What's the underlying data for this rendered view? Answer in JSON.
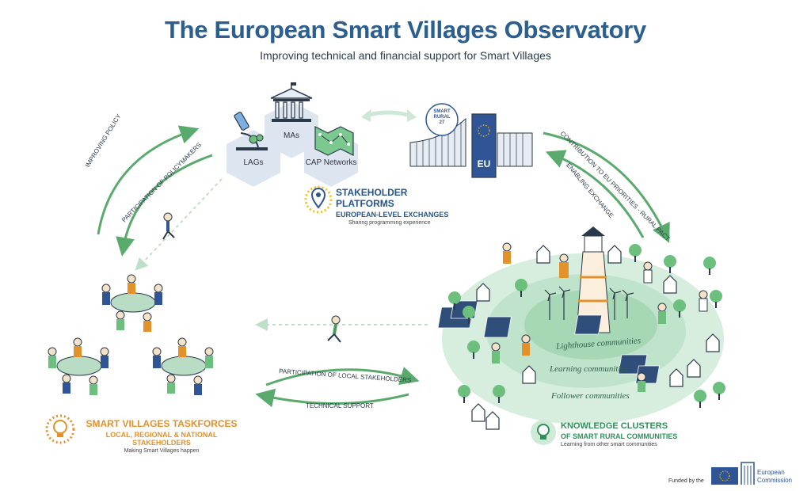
{
  "header": {
    "title": "The European Smart Villages Observatory",
    "subtitle": "Improving technical and financial support for Smart Villages"
  },
  "hexes": {
    "top": "MAs",
    "left": "LAGs",
    "right": "CAP Networks"
  },
  "badge": {
    "line1": "SMART",
    "line2": "RURAL",
    "line3": "27"
  },
  "eu_label": "EU",
  "stakeholder_platforms": {
    "title": "STAKEHOLDER PLATFORMS",
    "subtitle": "EUROPEAN-LEVEL EXCHANGES",
    "description": "Sharing programming experience"
  },
  "taskforces": {
    "title": "SMART VILLAGES TASKFORCES",
    "subtitle": "LOCAL, REGIONAL & NATIONAL STAKEHOLDERS",
    "description": "Making Smart Villages happen"
  },
  "knowledge_clusters": {
    "title": "KNOWLEDGE CLUSTERS",
    "subtitle": "OF SMART RURAL COMMUNITIES",
    "description": "Learning from other smart communities"
  },
  "rings": {
    "inner": "Lighthouse communities",
    "middle": "Learning communities",
    "outer": "Follower communities"
  },
  "arrows": {
    "improving_policy": "IMPROVING POLICY",
    "participation_policymakers": "PARTICIPATION OF POLICYMAKERS",
    "contribution_eu": "CONTRIBUTION TO EU PRIORITIES - RURAL PACT",
    "enabling_exchange": "ENABLING EXCHANGE",
    "participation_local": "PARTICIPATION OF LOCAL STAKEHOLDERS",
    "technical_support": "TECHNICAL SUPPORT"
  },
  "footer": {
    "funded_by": "Funded by the",
    "ec_line1": "European",
    "ec_line2": "Commission"
  },
  "colors": {
    "title_blue": "#2c5f8f",
    "hex_blue": "#dde6f0",
    "arrow_green": "#5aaa6e",
    "light_green": "#cfead7",
    "orange": "#e3912a",
    "eu_blue": "#2f5597",
    "eu_yellow": "#f2c318"
  },
  "icons": [
    "parliament-icon",
    "microscope-icon",
    "map-network-icon",
    "location-pin-icon",
    "lightbulb-icon",
    "eu-flag-icon",
    "lighthouse-icon"
  ]
}
